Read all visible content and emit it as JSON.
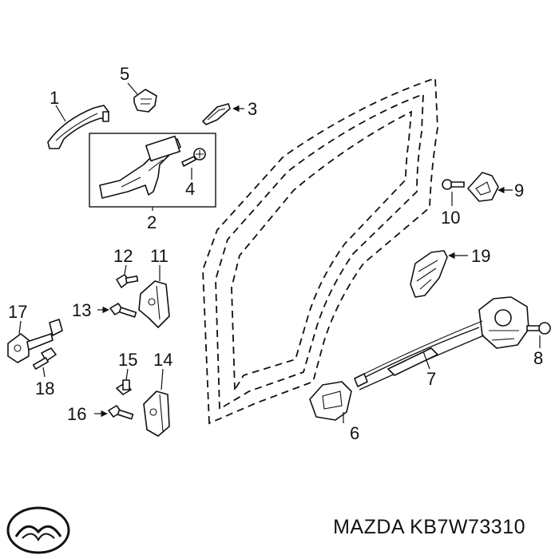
{
  "diagram": {
    "callouts": {
      "c1": "1",
      "c2": "2",
      "c3": "3",
      "c4": "4",
      "c5": "5",
      "c6": "6",
      "c7": "7",
      "c8": "8",
      "c9": "9",
      "c10": "10",
      "c11": "11",
      "c12": "12",
      "c13": "13",
      "c14": "14",
      "c15": "15",
      "c16": "16",
      "c17": "17",
      "c18": "18",
      "c19": "19"
    },
    "caption": "MAZDA KB7W73310",
    "brand_logo": "mazda-logo-icon",
    "line_color": "#111111"
  }
}
